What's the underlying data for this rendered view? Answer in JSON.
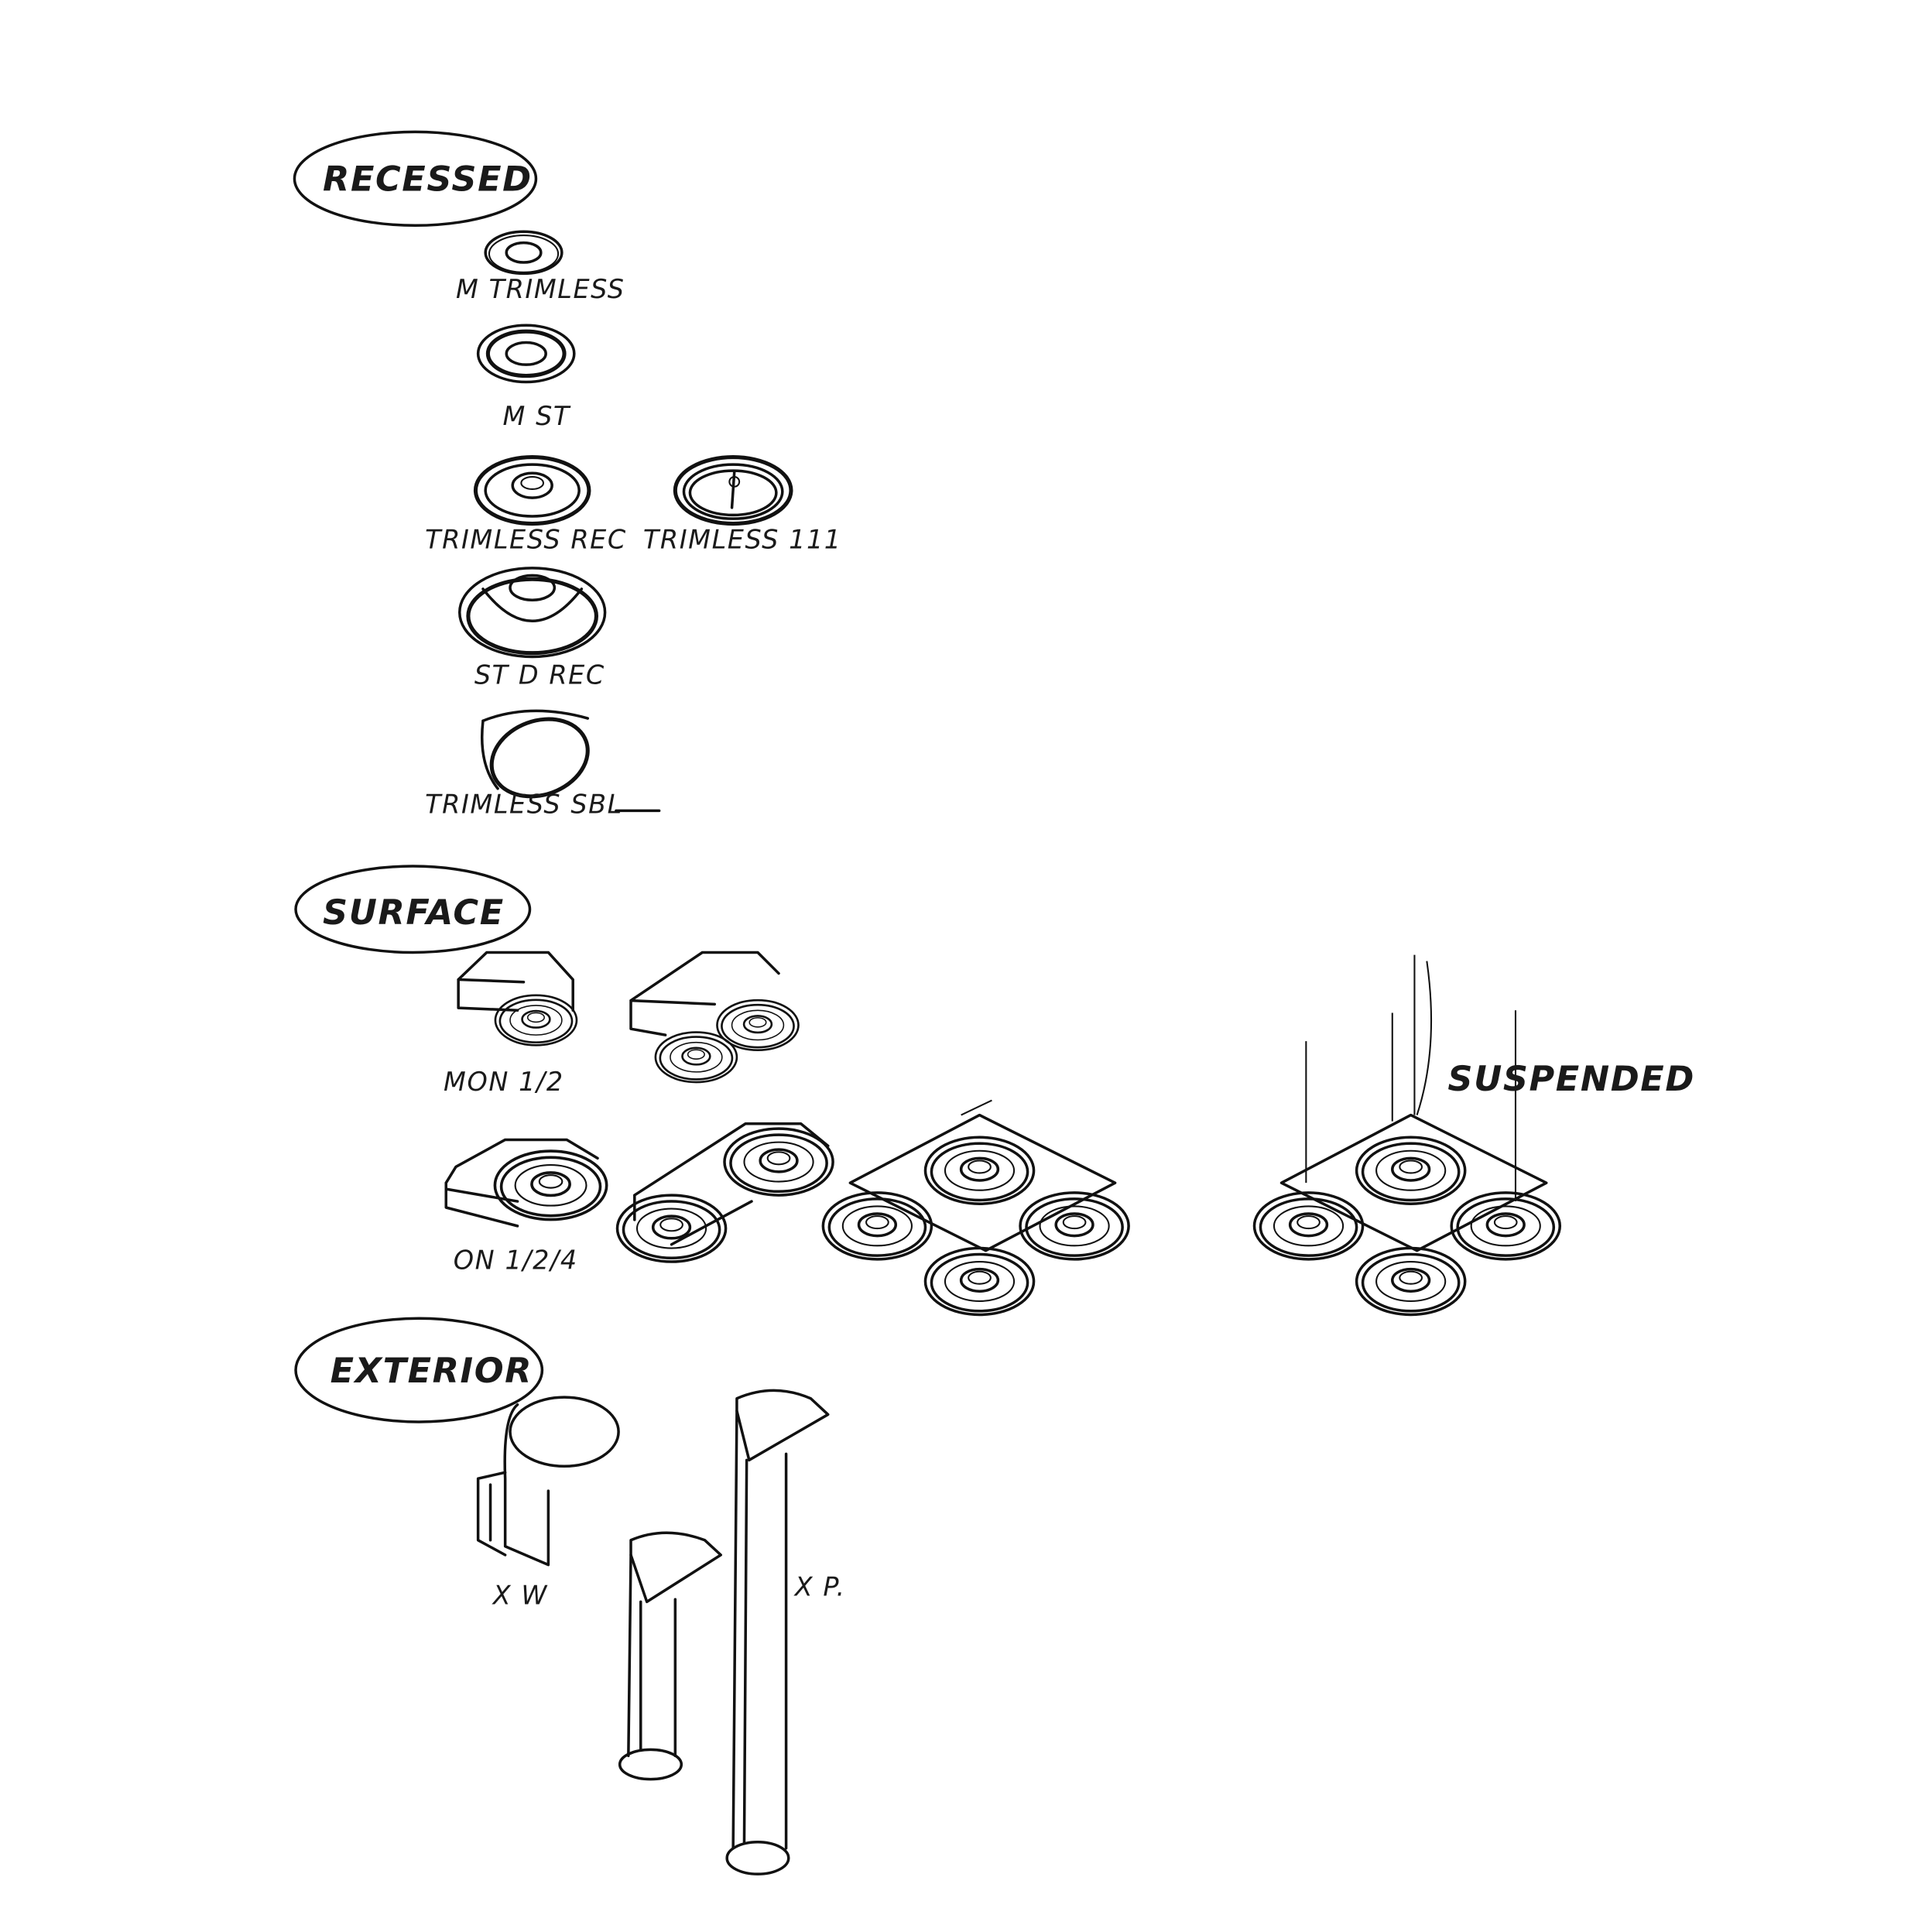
{
  "sections": {
    "recessed": {
      "title": "RECESSED",
      "items": [
        "M TRIMLESS",
        "M ST",
        "TRIMLESS REC",
        "TRIMLESS 111",
        "ST D REC",
        "TRIMLESS SBL"
      ]
    },
    "surface": {
      "title": "SURFACE",
      "items": [
        "MON 1/2",
        "ON 1/2/4"
      ]
    },
    "suspended": {
      "title": "SUSPENDED"
    },
    "exterior": {
      "title": "EXTERIOR",
      "items": [
        "X W",
        "X P."
      ]
    }
  },
  "colors": {
    "ink": "#111111",
    "paper": "#ffffff"
  }
}
